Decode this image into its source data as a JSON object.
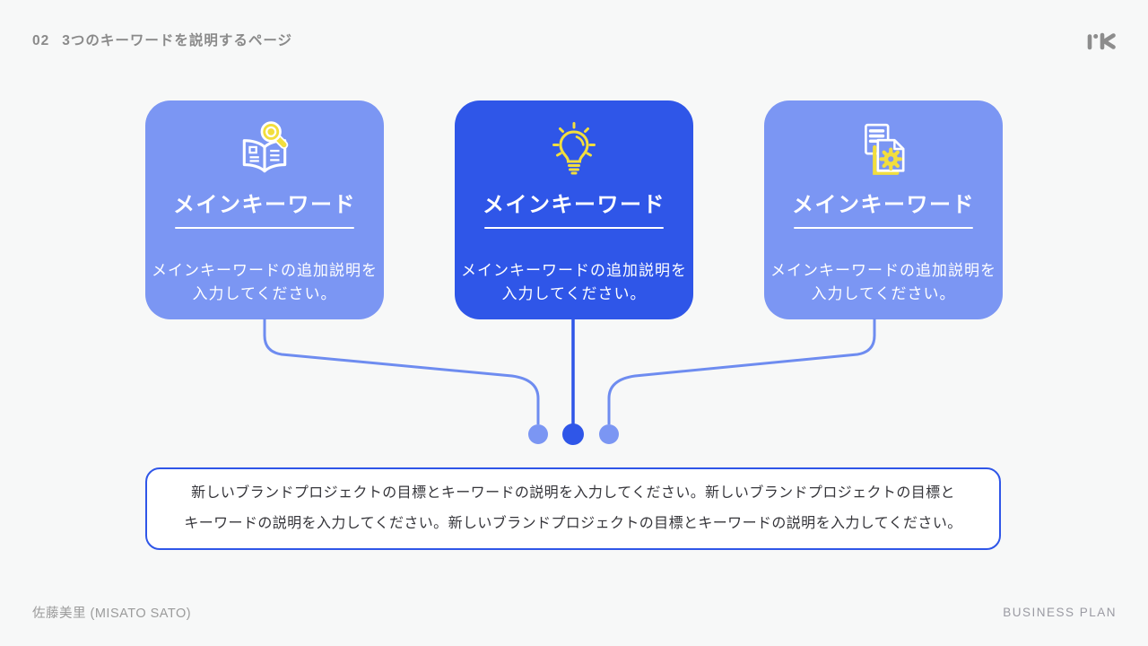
{
  "header": {
    "page_number": "02",
    "title": "3つのキーワードを説明するページ",
    "logo": "MK"
  },
  "cards": [
    {
      "icon": "book-search-icon",
      "title": "メインキーワード",
      "description": "メインキーワードの追加説明を入力してください。",
      "variant": "light"
    },
    {
      "icon": "lightbulb-icon",
      "title": "メインキーワード",
      "description": "メインキーワードの追加説明を入力してください。",
      "variant": "dark"
    },
    {
      "icon": "document-gear-icon",
      "title": "メインキーワード",
      "description": "メインキーワードの追加説明を入力してください。",
      "variant": "light"
    }
  ],
  "summary_box": {
    "text": "新しいブランドプロジェクトの目標とキーワードの説明を入力してください。新しいブランドプロジェクトの目標とキーワードの説明を入力してください。新しいブランドプロジェクトの目標とキーワードの説明を入力してください。"
  },
  "footer": {
    "author": "佐藤美里 (MISATO SATO)",
    "label": "BUSINESS PLAN"
  },
  "colors": {
    "card_light": "#7B96F3",
    "card_dark": "#2F56E8",
    "accent_yellow": "#F2DE3D",
    "connector_light": "#6E8CF0",
    "connector_dark": "#2F56E8",
    "box_border": "#2F56E8",
    "slide_bg": "#F7F8F8",
    "text_gray": "#8A8A8A",
    "text_dark": "#35353A"
  }
}
